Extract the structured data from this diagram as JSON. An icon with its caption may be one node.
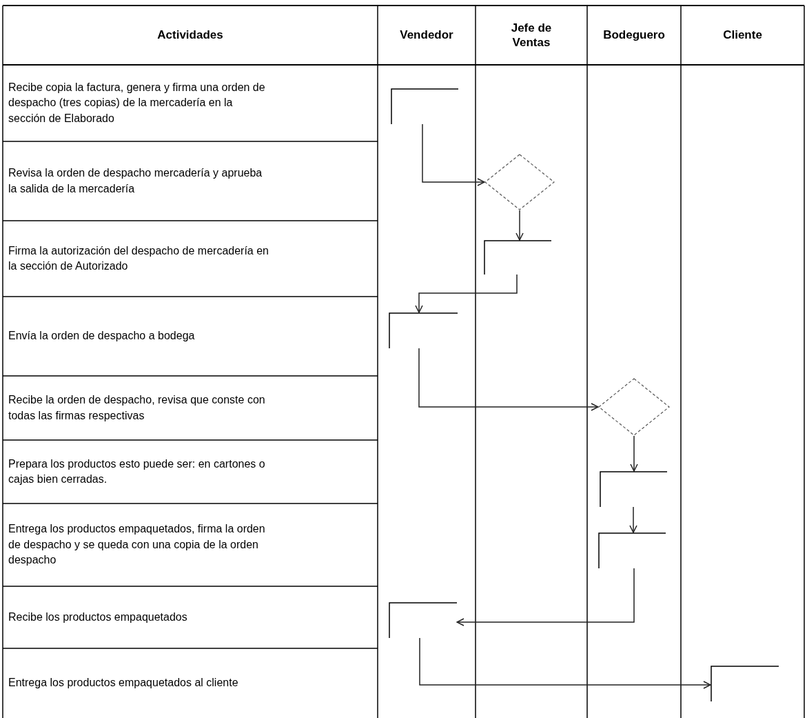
{
  "diagram": {
    "nodes": [
      {
        "text": [],
        "shape": "box"
      },
      {
        "text": [],
        "shape": "diamond"
      },
      {
        "text": [],
        "shape": "box"
      },
      {
        "text": [],
        "shape": "box"
      },
      {
        "text": [],
        "shape": "diamond"
      },
      {
        "text": [],
        "shape": "box"
      },
      {
        "text": [],
        "shape": "box"
      },
      {
        "text": [],
        "shape": "box"
      },
      {
        "text": [],
        "shape": "box"
      }
    ],
    "edges": [
      {
        "from": 0,
        "to": 1,
        "arrow": "to"
      },
      {
        "from": 1,
        "to": 2,
        "arrow": "to"
      },
      {
        "from": 2,
        "to": 3,
        "arrow": "to"
      },
      {
        "from": 3,
        "to": 4,
        "arrow": "to"
      },
      {
        "from": 4,
        "to": 5,
        "arrow": "to"
      },
      {
        "from": 5,
        "to": 6,
        "arrow": "to"
      },
      {
        "from": 6,
        "to": 7,
        "arrow": "to"
      },
      {
        "from": 7,
        "to": 8,
        "arrow": "to"
      }
    ],
    "labels": [
      "Actividades",
      "Vendedor",
      "Jefe de Ventas",
      "Bodeguero",
      "Cliente",
      "Recibe copia la factura, genera y firma una orden de despacho (tres copias) de la mercadería en la sección de Elaborado",
      "Revisa la orden de despacho mercadería y aprueba la salida de la mercadería",
      "Firma la autorización del despacho de mercadería en la sección de Autorizado",
      "Envía la orden de despacho a bodega",
      "Recibe la orden de despacho, revisa que conste con todas las firmas respectivas",
      "Prepara los productos esto puede ser: en cartones o cajas bien cerradas.",
      "Entrega los productos empaquetados, firma la orden de despacho y se queda con una copia de la orden despacho",
      "Recibe los productos empaquetados",
      "Entrega los productos empaquetados al cliente"
    ]
  }
}
